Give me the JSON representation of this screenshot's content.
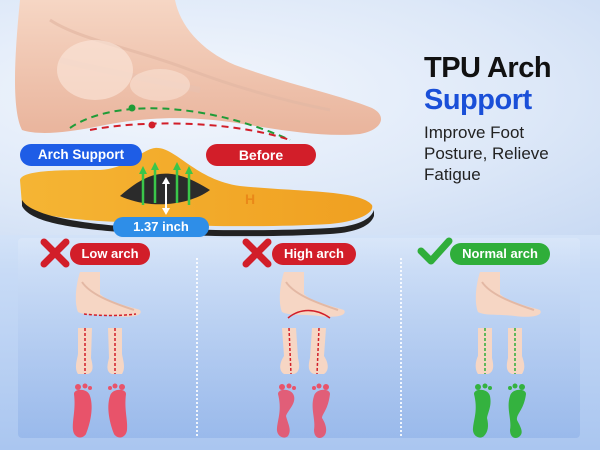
{
  "title": {
    "line1": "TPU Arch",
    "line2": "Support"
  },
  "description": "Improve Foot Posture, Relieve Fatigue",
  "labels": {
    "arch_support": "Arch Support",
    "before": "Before",
    "measurement": "1.37 inch"
  },
  "categories": [
    {
      "label": "Low arch",
      "status": "cross",
      "color": "#d21e29"
    },
    {
      "label": "High arch",
      "status": "cross",
      "color": "#d21e29"
    },
    {
      "label": "Normal arch",
      "status": "check",
      "color": "#2fae3a"
    }
  ],
  "colors": {
    "accent_blue": "#1a4fd8",
    "red": "#d21e29",
    "green": "#2fae3a",
    "insole_orange": "#f2a322"
  }
}
